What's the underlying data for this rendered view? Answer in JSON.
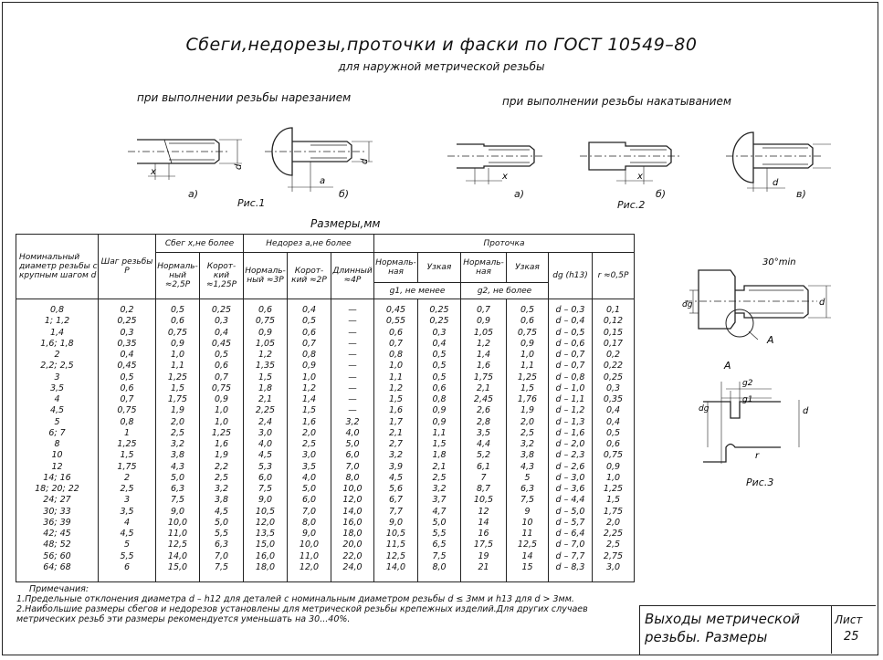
{
  "title": "Сбеги,недорезы,проточки и фаски по ГОСТ 10549–80",
  "subtitle": "для наружной метрической резьбы",
  "captions": {
    "cutting": "при выполнении резьбы нарезанием",
    "rolling": "при выполнении резьбы накатыванием",
    "dims": "Размеры,мм"
  },
  "figures": {
    "fig1": "Рис.1",
    "fig2": "Рис.2",
    "fig3": "Рис.3",
    "a": "а)",
    "b": "б)",
    "v": "в)",
    "sym_x": "x",
    "sym_a": "a",
    "sym_d": "d",
    "sym_dg": "dg",
    "sym_g1": "g1",
    "sym_g2": "g2",
    "sym_r": "r",
    "sym_A": "A",
    "chamfer": "30°min"
  },
  "table": {
    "headers": {
      "nominal": "Номинальный диаметр резьбы с крупным шагом d",
      "pitch": "Шаг резьбы P",
      "runout": "Сбег x,не более",
      "runout_normal": "Нормаль- ный ≈2,5P",
      "runout_short": "Корот- кий ≈1,25P",
      "undercut": "Недорез a,не более",
      "undercut_normal": "Нормаль- ный ≈3P",
      "undercut_short": "Корот- кий ≈2P",
      "undercut_long": "Длинный ≈4P",
      "groove": "Проточка",
      "g1_normal": "Нормаль- ная",
      "g1_narrow": "Узкая",
      "g2_normal": "Нормаль- ная",
      "g2_narrow": "Узкая",
      "g1_label": "g1, не менее",
      "g2_label": "g2, не более",
      "dg": "dg (h13)",
      "r": "r ≈0,5P"
    },
    "columns": {
      "d": [
        "0,8",
        "1; 1,2",
        "1,4",
        "1,6; 1,8",
        "2",
        "2,2; 2,5",
        "3",
        "3,5",
        "4",
        "4,5",
        "5",
        "6; 7",
        "8",
        "10",
        "12",
        "14; 16",
        "18; 20; 22",
        "24; 27",
        "30; 33",
        "36; 39",
        "42; 45",
        "48; 52",
        "56; 60",
        "64; 68"
      ],
      "p": [
        "0,2",
        "0,25",
        "0,3",
        "0,35",
        "0,4",
        "0,45",
        "0,5",
        "0,6",
        "0,7",
        "0,75",
        "0,8",
        "1",
        "1,25",
        "1,5",
        "1,75",
        "2",
        "2,5",
        "3",
        "3,5",
        "4",
        "4,5",
        "5",
        "5,5",
        "6"
      ],
      "x_normal": [
        "0,5",
        "0,6",
        "0,75",
        "0,9",
        "1,0",
        "1,1",
        "1,25",
        "1,5",
        "1,75",
        "1,9",
        "2,0",
        "2,5",
        "3,2",
        "3,8",
        "4,3",
        "5,0",
        "6,3",
        "7,5",
        "9,0",
        "10,0",
        "11,0",
        "12,5",
        "14,0",
        "15,0"
      ],
      "x_short": [
        "0,25",
        "0,3",
        "0,4",
        "0,45",
        "0,5",
        "0,6",
        "0,7",
        "0,75",
        "0,9",
        "1,0",
        "1,0",
        "1,25",
        "1,6",
        "1,9",
        "2,2",
        "2,5",
        "3,2",
        "3,8",
        "4,5",
        "5,0",
        "5,5",
        "6,3",
        "7,0",
        "7,5"
      ],
      "a_normal": [
        "0,6",
        "0,75",
        "0,9",
        "1,05",
        "1,2",
        "1,35",
        "1,5",
        "1,8",
        "2,1",
        "2,25",
        "2,4",
        "3,0",
        "4,0",
        "4,5",
        "5,3",
        "6,0",
        "7,5",
        "9,0",
        "10,5",
        "12,0",
        "13,5",
        "15,0",
        "16,0",
        "18,0"
      ],
      "a_short": [
        "0,4",
        "0,5",
        "0,6",
        "0,7",
        "0,8",
        "0,9",
        "1,0",
        "1,2",
        "1,4",
        "1,5",
        "1,6",
        "2,0",
        "2,5",
        "3,0",
        "3,5",
        "4,0",
        "5,0",
        "6,0",
        "7,0",
        "8,0",
        "9,0",
        "10,0",
        "11,0",
        "12,0"
      ],
      "a_long": [
        "—",
        "—",
        "—",
        "—",
        "—",
        "—",
        "—",
        "—",
        "—",
        "—",
        "3,2",
        "4,0",
        "5,0",
        "6,0",
        "7,0",
        "8,0",
        "10,0",
        "12,0",
        "14,0",
        "16,0",
        "18,0",
        "20,0",
        "22,0",
        "24,0"
      ],
      "g1_normal": [
        "0,45",
        "0,55",
        "0,6",
        "0,7",
        "0,8",
        "1,0",
        "1,1",
        "1,2",
        "1,5",
        "1,6",
        "1,7",
        "2,1",
        "2,7",
        "3,2",
        "3,9",
        "4,5",
        "5,6",
        "6,7",
        "7,7",
        "9,0",
        "10,5",
        "11,5",
        "12,5",
        "14,0"
      ],
      "g1_narrow": [
        "0,25",
        "0,25",
        "0,3",
        "0,4",
        "0,5",
        "0,5",
        "0,5",
        "0,6",
        "0,8",
        "0,9",
        "0,9",
        "1,1",
        "1,5",
        "1,8",
        "2,1",
        "2,5",
        "3,2",
        "3,7",
        "4,7",
        "5,0",
        "5,5",
        "6,5",
        "7,5",
        "8,0"
      ],
      "g2_normal": [
        "0,7",
        "0,9",
        "1,05",
        "1,2",
        "1,4",
        "1,6",
        "1,75",
        "2,1",
        "2,45",
        "2,6",
        "2,8",
        "3,5",
        "4,4",
        "5,2",
        "6,1",
        "7",
        "8,7",
        "10,5",
        "12",
        "14",
        "16",
        "17,5",
        "19",
        "21"
      ],
      "g2_narrow": [
        "0,5",
        "0,6",
        "0,75",
        "0,9",
        "1,0",
        "1,1",
        "1,25",
        "1,5",
        "1,76",
        "1,9",
        "2,0",
        "2,5",
        "3,2",
        "3,8",
        "4,3",
        "5",
        "6,3",
        "7,5",
        "9",
        "10",
        "11",
        "12,5",
        "14",
        "15"
      ],
      "dg": [
        "d – 0,3",
        "d – 0,4",
        "d – 0,5",
        "d – 0,6",
        "d – 0,7",
        "d – 0,7",
        "d – 0,8",
        "d – 1,0",
        "d – 1,1",
        "d – 1,2",
        "d – 1,3",
        "d – 1,6",
        "d – 2,0",
        "d – 2,3",
        "d – 2,6",
        "d – 3,0",
        "d – 3,6",
        "d – 4,4",
        "d – 5,0",
        "d – 5,7",
        "d – 6,4",
        "d – 7,0",
        "d – 7,7",
        "d – 8,3"
      ],
      "r": [
        "0,1",
        "0,12",
        "0,15",
        "0,17",
        "0,2",
        "0,22",
        "0,25",
        "0,3",
        "0,35",
        "0,4",
        "0,4",
        "0,5",
        "0,6",
        "0,75",
        "0,9",
        "1,0",
        "1,25",
        "1,5",
        "1,75",
        "2,0",
        "2,25",
        "2,5",
        "2,75",
        "3,0"
      ]
    }
  },
  "notes": {
    "heading": "Примечания:",
    "n1": "1.Предельные отклонения диаметра d – h12 для деталей с номинальным диаметром резьбы d ≤ 3мм и h13 для d > 3мм.",
    "n2": "2.Наибольшие размеры сбегов и недорезов установлены для метрической резьбы крепежных изделий.Для других случаев метрических резьб эти размеры рекомендуется уменьшать на 30...40%."
  },
  "stamp": {
    "name_line1": "Выходы метрической",
    "name_line2": "резьбы. Размеры",
    "sheet_label": "Лист",
    "sheet_number": "25"
  }
}
